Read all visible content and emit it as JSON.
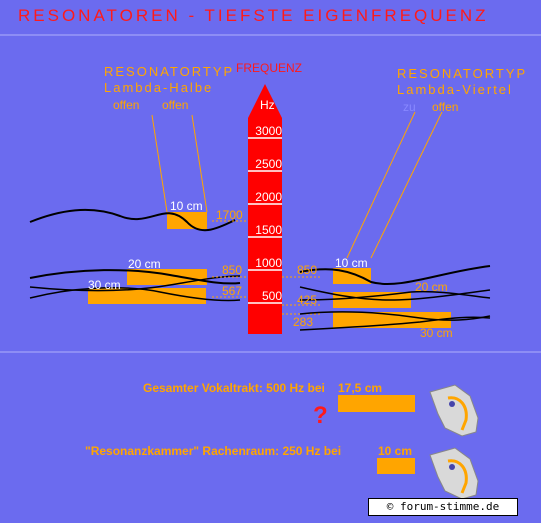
{
  "title": "RESONATOREN - TIEFSTE EIGENFREQUENZ",
  "axis": {
    "title": "FREQUENZ",
    "unit": "Hz",
    "ticks": [
      "3000",
      "2500",
      "2000",
      "1500",
      "1000",
      "500"
    ]
  },
  "left": {
    "type_label": "RESONATORTYP",
    "type_name": "Lambda-Halbe",
    "end1": "offen",
    "end2": "offen",
    "tubes": [
      {
        "length": "10 cm",
        "freq": "1700"
      },
      {
        "length": "20 cm",
        "freq": "850"
      },
      {
        "length": "30 cm",
        "freq": "567"
      }
    ]
  },
  "right": {
    "type_label": "RESONATORTYP",
    "type_name": "Lambda-Viertel",
    "end1": "zu",
    "end2": "offen",
    "tubes": [
      {
        "length": "10 cm",
        "freq": "850"
      },
      {
        "length": "20 cm",
        "freq": "425"
      },
      {
        "length": "30 cm",
        "freq": "283"
      }
    ]
  },
  "bottom": {
    "line1": "Gesamter Vokaltrakt: 500 Hz bei",
    "line1_value": "17,5 cm",
    "question": "?",
    "line2": "\"Resonanzkammer\" Rachenraum: 250 Hz bei",
    "line2_value": "10 cm"
  },
  "credit": "© forum-stimme.de",
  "colors": {
    "background": "#6b6bef",
    "bar": "#ff0000",
    "tube": "#ffa500",
    "title": "#ff1a1a"
  }
}
